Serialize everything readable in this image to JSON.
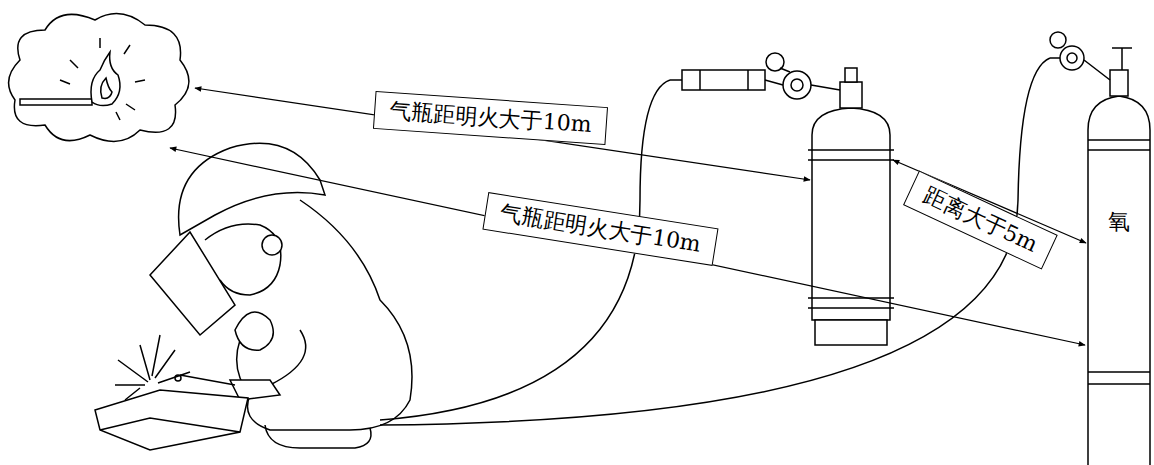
{
  "diagram": {
    "nodes": [
      {
        "text": [
          "气瓶距明火大于10m"
        ]
      },
      {
        "text": [
          "气瓶距明火大于10m"
        ]
      },
      {
        "text": [
          "距离大于5m"
        ]
      }
    ],
    "labels": [
      "氧"
    ]
  }
}
